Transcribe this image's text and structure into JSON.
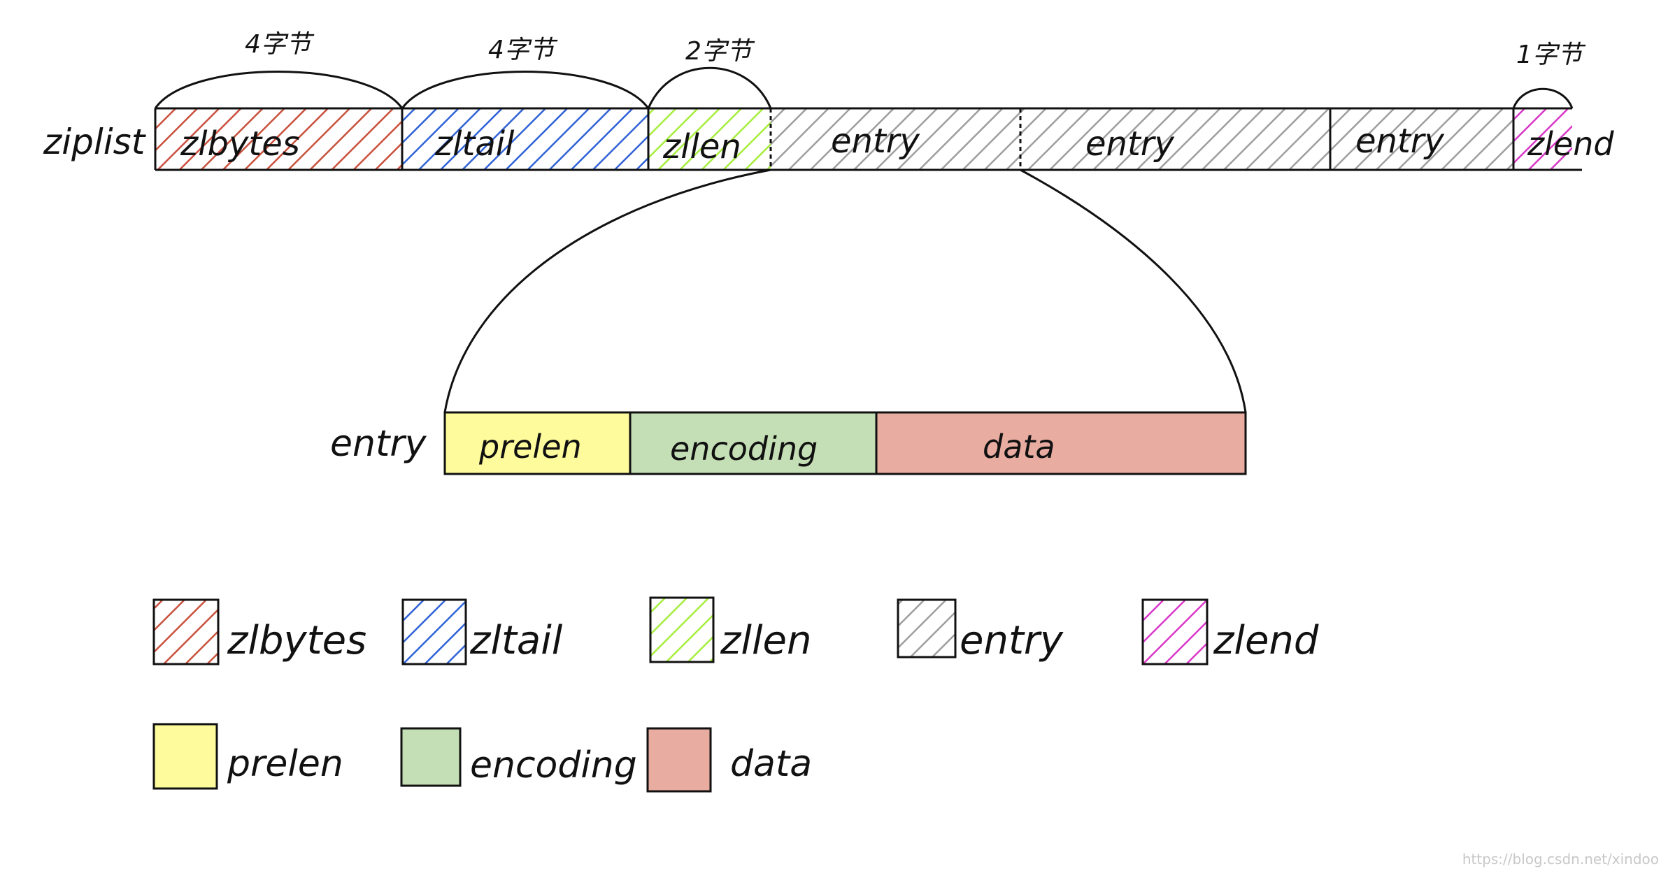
{
  "ziplist_label": "ziplist",
  "entry_label": "entry",
  "segments": [
    {
      "name": "zlbytes",
      "label": "zlbytes",
      "color": "#c9503c",
      "hatch": true
    },
    {
      "name": "zltail",
      "label": "zltail",
      "color": "#2f62d6",
      "hatch": true
    },
    {
      "name": "zllen",
      "label": "zllen",
      "color": "#a6ee3c",
      "hatch": true
    },
    {
      "name": "entry",
      "label": "entry",
      "color": "#9e9e9e",
      "hatch": true
    },
    {
      "name": "entry",
      "label": "entry",
      "color": "#9e9e9e",
      "hatch": true
    },
    {
      "name": "entry",
      "label": "entry",
      "color": "#9e9e9e",
      "hatch": true
    },
    {
      "name": "zlend",
      "label": "zlend",
      "color": "#d937c7",
      "hatch": true
    }
  ],
  "byte_annotations": [
    "4字节",
    "4字节",
    "2字节",
    "1字节"
  ],
  "entry_fields": [
    {
      "name": "prelen",
      "label": "prelen",
      "color": "#fdfb9c"
    },
    {
      "name": "encoding",
      "label": "encoding",
      "color": "#c4dfb5"
    },
    {
      "name": "data",
      "label": "data",
      "color": "#e8aca1"
    }
  ],
  "legend_row1": [
    {
      "label": "zlbytes",
      "color": "#c9503c",
      "hatch": true
    },
    {
      "label": "zltail",
      "color": "#2f62d6",
      "hatch": true
    },
    {
      "label": "zllen",
      "color": "#a6ee3c",
      "hatch": true
    },
    {
      "label": "entry",
      "color": "#9e9e9e",
      "hatch": true
    },
    {
      "label": "zlend",
      "color": "#d937c7",
      "hatch": true
    }
  ],
  "legend_row2": [
    {
      "label": "prelen",
      "color": "#fdfb9c",
      "hatch": false
    },
    {
      "label": "encoding",
      "color": "#c4dfb5",
      "hatch": false
    },
    {
      "label": "data",
      "color": "#e8aca1",
      "hatch": false
    }
  ],
  "watermark": "https://blog.csdn.net/xindoo"
}
